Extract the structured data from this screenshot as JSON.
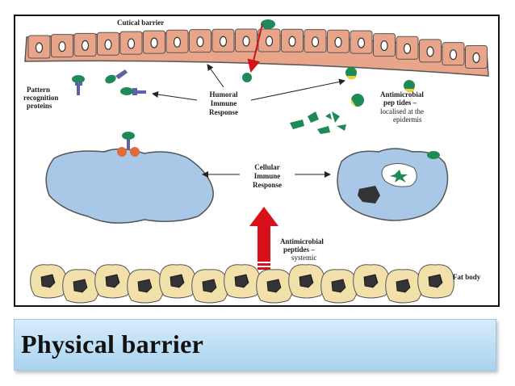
{
  "diagram": {
    "labels": {
      "cuticle": "Cutical barrier",
      "pattern_recognition": [
        "Pattern",
        "recognition",
        "proteins"
      ],
      "humoral": [
        "Humoral",
        "Immune",
        "Response"
      ],
      "amp_epidermal": [
        "Antimicrobial",
        "pep tides –",
        "localised at the",
        "epidermis"
      ],
      "cellular": [
        "Cellular",
        "Immune",
        "Response"
      ],
      "amp_systemic": [
        "Antimicrobial",
        "peptides –",
        "systemic"
      ],
      "fat_body": "Fat body"
    },
    "colors": {
      "cuticle_cells": "#e9a58a",
      "hemocyte": "#a9c8e8",
      "fat_body": "#f2e0ab",
      "pathogen": "#1f8a57",
      "receptor": "#e06a3a",
      "amp_yellow": "#e8d23a",
      "arrow": "#d8101a"
    }
  },
  "caption": "Physical barrier"
}
